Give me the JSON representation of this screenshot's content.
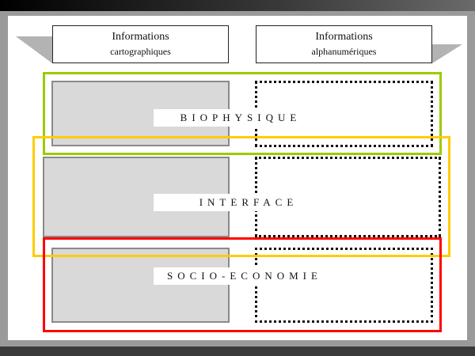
{
  "headers": {
    "left": {
      "line1": "Informations",
      "line2": "cartographiques"
    },
    "right": {
      "line1": "Informations",
      "line2": "alphanumériques"
    }
  },
  "bands": [
    {
      "label": "BIOPHYSIQUE",
      "color": "#99cc00"
    },
    {
      "label": "INTERFACE",
      "color": "#ffcc00"
    },
    {
      "label": "SOCIO-ECONOMIE",
      "color": "#ff0000"
    }
  ],
  "colors": {
    "frame": "#9a9a9a",
    "cartographic_box": "#d9d9d9",
    "arrow": "#b3b3b3"
  }
}
